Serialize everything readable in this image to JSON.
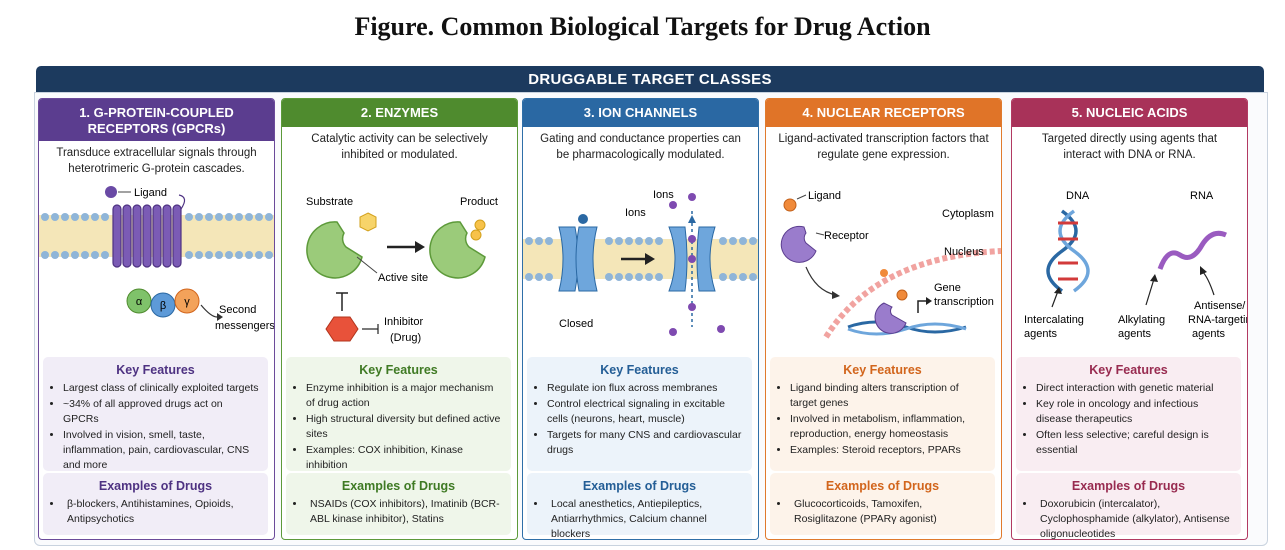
{
  "title": "Figure. Common Biological Targets for Drug Action",
  "banner": "DRUGGABLE TARGET CLASSES",
  "colors": {
    "banner": "#1c3a5e",
    "gpcr": "#5b3d8f",
    "enzymes": "#4f8b2e",
    "ion": "#2a68a3",
    "nuclear": "#e07428",
    "nucleic": "#a83259"
  },
  "panels": [
    {
      "header": "1. G-PROTEIN-COUPLED RECEPTORS (GPCRs)",
      "desc": "Transduce extracellular signals through heterotrimeric G-protein cascades.",
      "labels": {
        "ligand": "Ligand",
        "alpha": "α",
        "beta": "β",
        "gamma": "γ",
        "second": "Second",
        "messengers": "messengers"
      },
      "kf_title": "Key Features",
      "kf": [
        "Largest class of clinically exploited targets",
        "~34% of all approved drugs act on GPCRs",
        "Involved in vision, smell, taste, inflammation, pain, cardiovascular, CNS and more"
      ],
      "ex_title": "Examples of Drugs",
      "ex": "β-blockers, Antihistamines, Opioids, Antipsychotics"
    },
    {
      "header": "2. ENZYMES",
      "desc": "Catalytic activity can be selectively inhibited or modulated.",
      "labels": {
        "substrate": "Substrate",
        "product": "Product",
        "active_site": "Active site",
        "inhibitor": "Inhibitor",
        "drug": "(Drug)"
      },
      "kf_title": "Key Features",
      "kf": [
        "Enzyme inhibition is a major mechanism of drug action",
        "High structural diversity but defined active sites",
        "Examples: COX inhibition, Kinase inhibition"
      ],
      "ex_title": "Examples of Drugs",
      "ex": "NSAIDs (COX inhibitors), Imatinib (BCR-ABL kinase inhibitor), Statins"
    },
    {
      "header": "3. ION CHANNELS",
      "desc": "Gating and conductance properties can be pharmacologically modulated.",
      "labels": {
        "ions1": "Ions",
        "ions2": "Ions",
        "closed": "Closed"
      },
      "kf_title": "Key Features",
      "kf": [
        "Regulate ion flux across membranes",
        "Control electrical signaling in excitable cells (neurons, heart, muscle)",
        "Targets for many CNS and cardiovascular drugs"
      ],
      "ex_title": "Examples of Drugs",
      "ex": "Local anesthetics, Antiepileptics, Antiarrhythmics, Calcium channel blockers"
    },
    {
      "header": "4. NUCLEAR RECEPTORS",
      "desc": "Ligand-activated transcription factors that regulate gene expression.",
      "labels": {
        "ligand": "Ligand",
        "receptor": "Receptor",
        "cytoplasm": "Cytoplasm",
        "nucleus": "Nucleus",
        "gene": "Gene",
        "transcription": "transcription"
      },
      "kf_title": "Key Features",
      "kf": [
        "Ligand binding alters transcription of target genes",
        "Involved in metabolism, inflammation, reproduction, energy homeostasis",
        "Examples: Steroid receptors, PPARs"
      ],
      "ex_title": "Examples of Drugs",
      "ex": "Glucocorticoids, Tamoxifen, Rosiglitazone (PPARγ agonist)"
    },
    {
      "header": "5. NUCLEIC ACIDS",
      "desc": "Targeted directly using agents that interact with DNA or RNA.",
      "labels": {
        "dna": "DNA",
        "rna": "RNA",
        "intercalating": "Intercalating",
        "agents1": "agents",
        "alkylating": "Alkylating",
        "agents2": "agents",
        "antisense": "Antisense/",
        "rna_targeting": "RNA-targeting",
        "agents3": "agents"
      },
      "kf_title": "Key Features",
      "kf": [
        "Direct interaction with genetic material",
        "Key role in oncology and infectious disease therapeutics",
        "Often less selective; careful design is essential"
      ],
      "ex_title": "Examples of Drugs",
      "ex": "Doxorubicin (intercalator), Cyclophosphamide (alkylator), Antisense oligonucleotides"
    }
  ]
}
